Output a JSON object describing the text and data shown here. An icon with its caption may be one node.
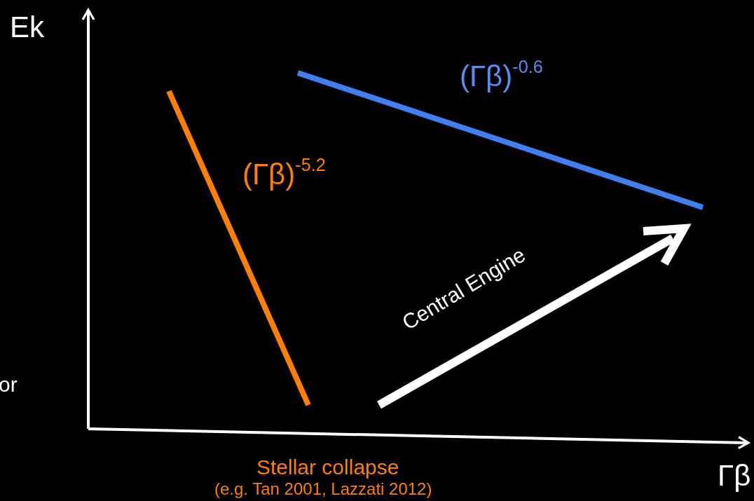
{
  "diagram": {
    "labels": [
      "Ek",
      "(Γβ)$^{-0.6}$",
      "(Γβ)$^{-5.2}$",
      "Central Engine",
      "or",
      "Stellar collapse",
      "(e.g. Tan 2001, Lazzati 2012)",
      "Γβ"
    ]
  }
}
